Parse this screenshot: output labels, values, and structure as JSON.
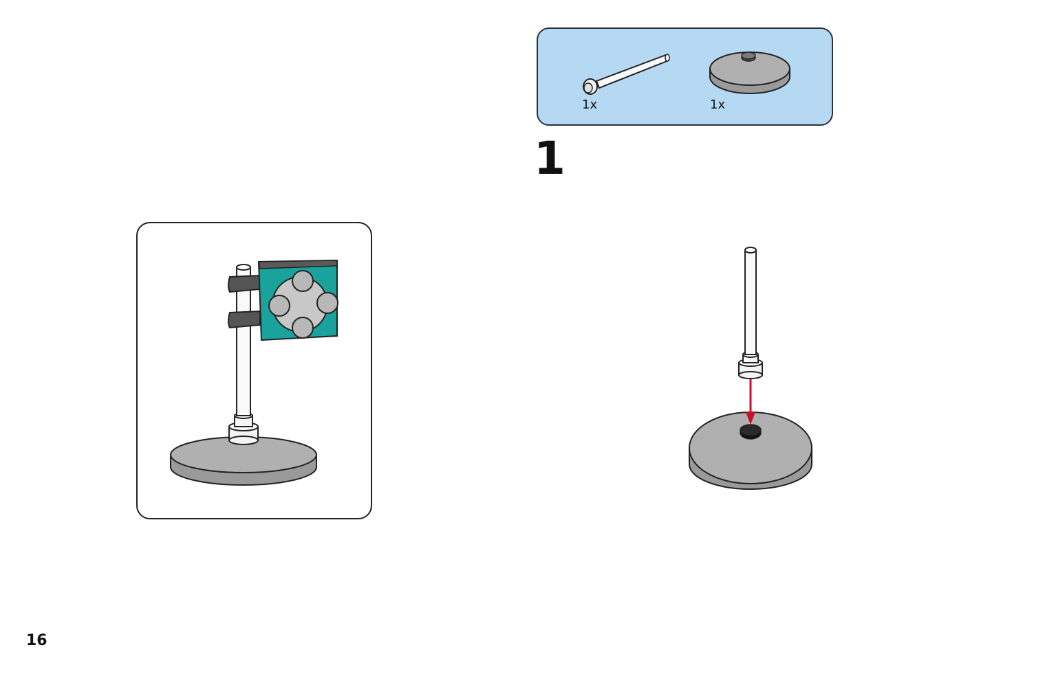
{
  "page": {
    "number": "16"
  },
  "parts_list": {
    "items": [
      {
        "part": "axle",
        "quantity": "1x"
      },
      {
        "part": "round-base",
        "quantity": "1x"
      }
    ],
    "background_color": "#b6d9f3"
  },
  "step": {
    "number": "1"
  },
  "colors": {
    "base_gray": "#a8a8a8",
    "tile_teal": "#1aa39d",
    "clip_dark": "#4a4a4a",
    "arrow_red": "#c8102e"
  }
}
